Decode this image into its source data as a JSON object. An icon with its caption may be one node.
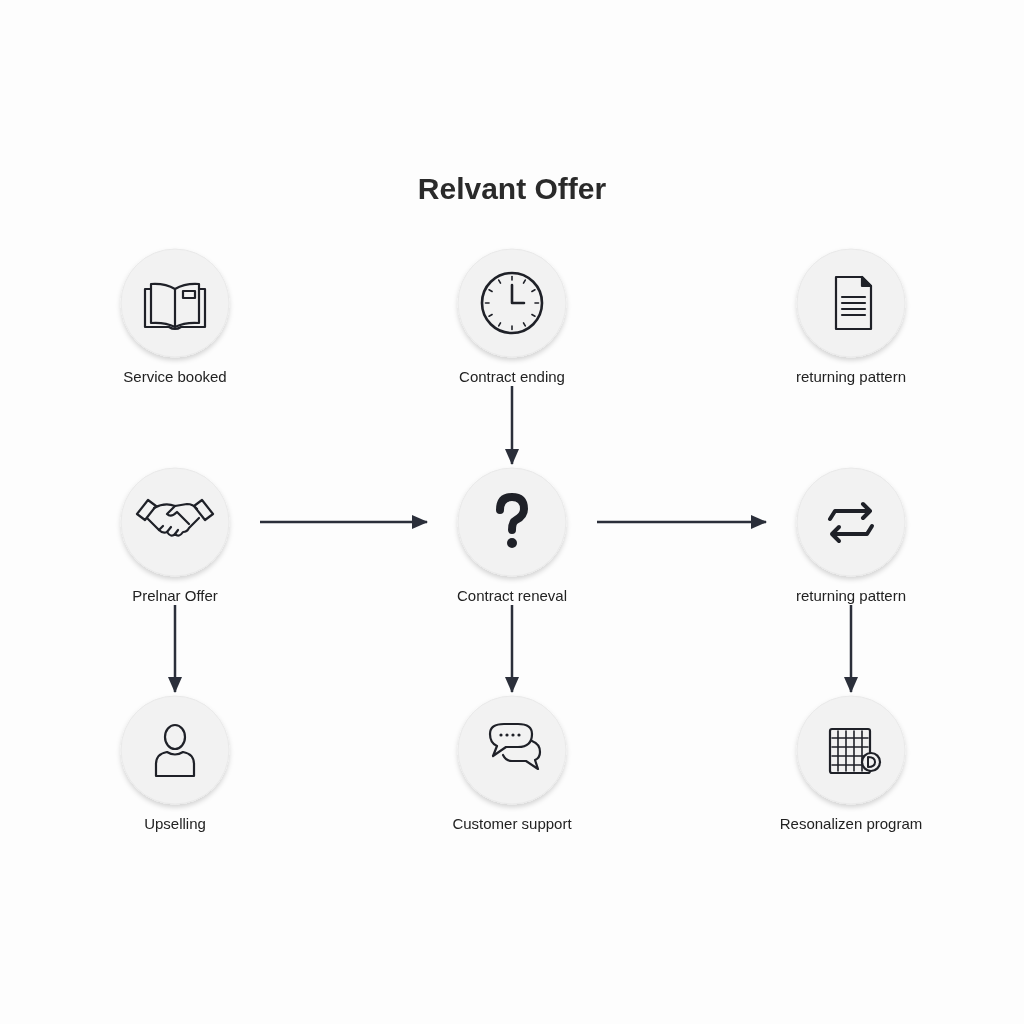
{
  "diagram": {
    "title": "Relvant Offer",
    "nodes": [
      {
        "text": [
          "Service booked"
        ]
      },
      {
        "text": [
          "Contract ending"
        ]
      },
      {
        "text": [
          "returning pattern"
        ]
      },
      {
        "text": [
          "Prelnar Offer"
        ]
      },
      {
        "text": [
          "Contract reneval"
        ]
      },
      {
        "text": [
          "returning pattern"
        ]
      },
      {
        "text": [
          "Upselling"
        ]
      },
      {
        "text": [
          "Customer support"
        ]
      },
      {
        "text": [
          "Resonalizen program"
        ]
      }
    ],
    "edges": [
      {
        "from": 1,
        "to": 4,
        "arrow": "to"
      },
      {
        "from": 3,
        "to": 4,
        "arrow": "to"
      },
      {
        "from": 4,
        "to": 5,
        "arrow": "to"
      },
      {
        "from": 3,
        "to": 6,
        "arrow": "to"
      },
      {
        "from": 4,
        "to": 7,
        "arrow": "to"
      },
      {
        "from": 5,
        "to": 8,
        "arrow": "to"
      }
    ]
  }
}
